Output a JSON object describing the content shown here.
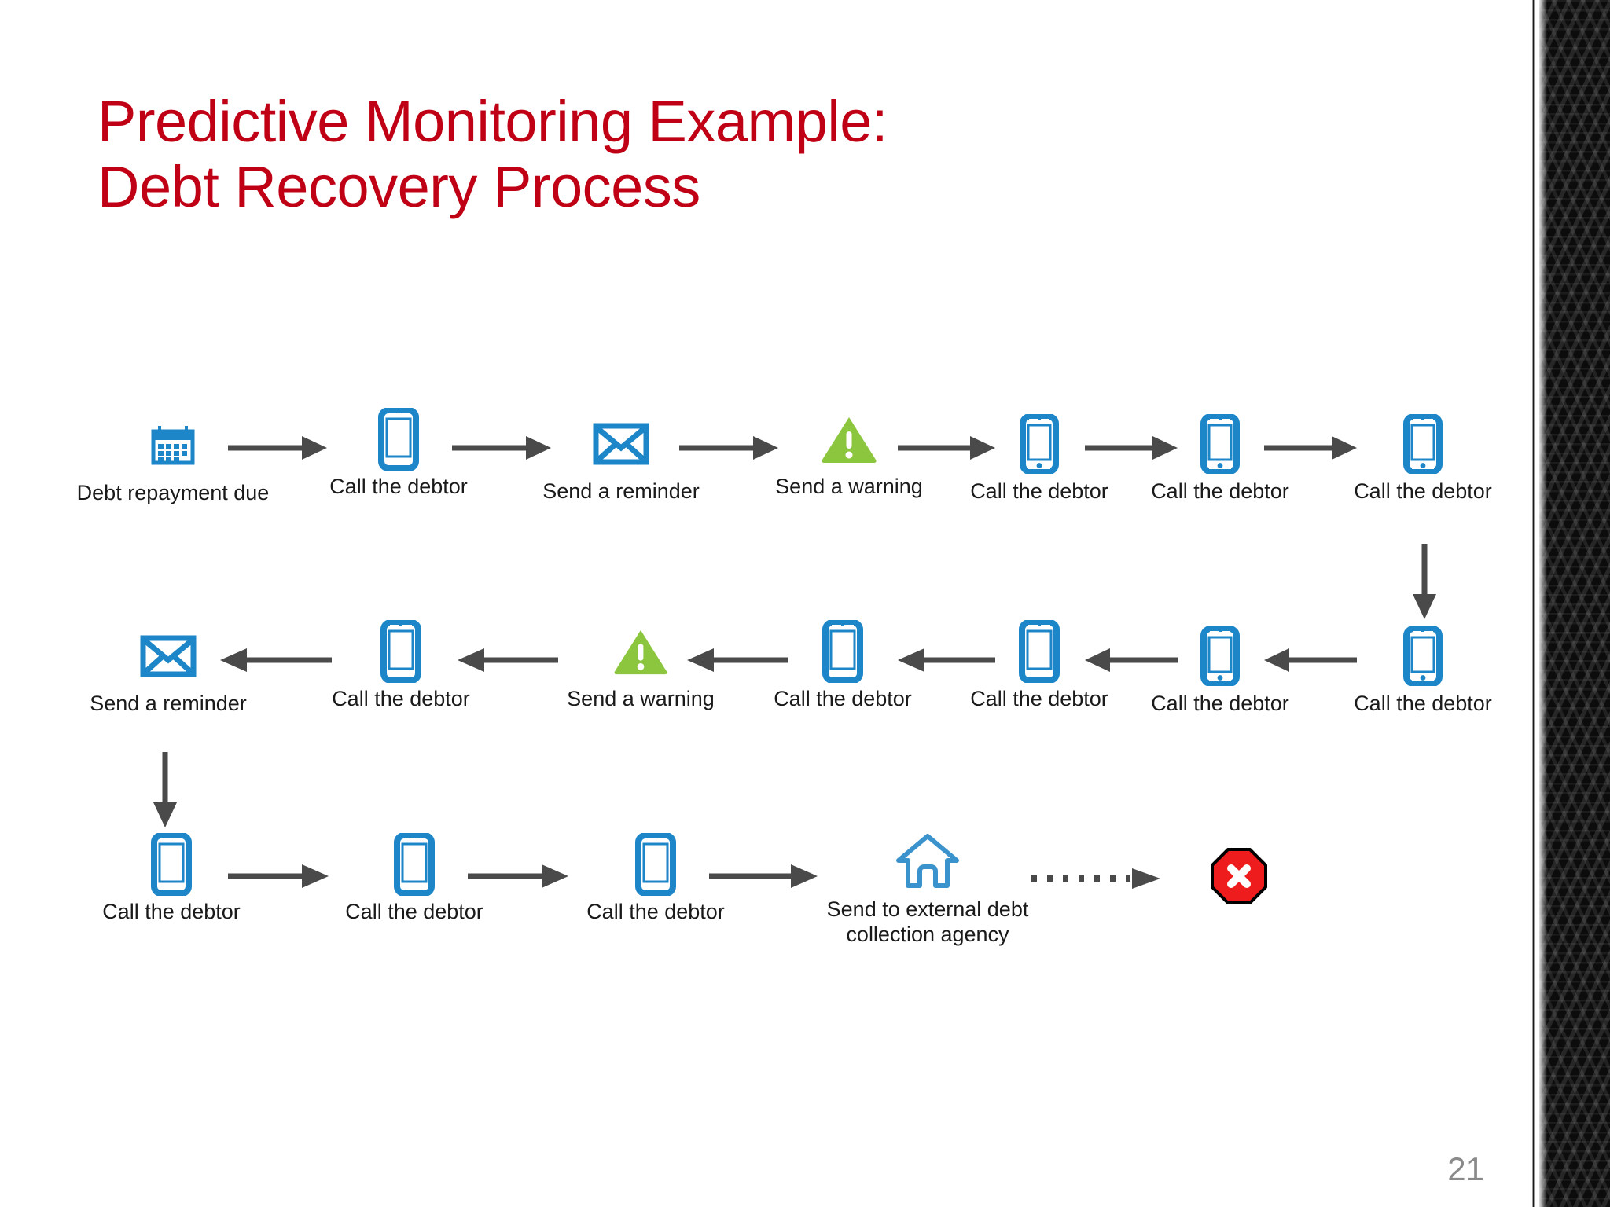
{
  "slide": {
    "title": "Predictive Monitoring Example:\nDebt Recovery Process",
    "page_number": "21",
    "title_color": "#C00014",
    "icon_blue": "#1C86C8",
    "icon_lightblue": "#3A93CD",
    "icon_green": "#8CC63F",
    "icon_red": "#EE1C1C",
    "arrow_color": "#4A4A4A",
    "label_color": "#1A1A1A"
  },
  "process": {
    "name": "Debt Recovery Process",
    "rows": [
      {
        "direction": "right",
        "nodes": [
          {
            "icon": "calendar-icon",
            "label": "Debt repayment due"
          },
          {
            "icon": "phone-icon",
            "label": "Call the debtor"
          },
          {
            "icon": "envelope-icon",
            "label": "Send a reminder"
          },
          {
            "icon": "warning-icon",
            "label": "Send a warning"
          },
          {
            "icon": "phone-home-icon",
            "label": "Call the debtor"
          },
          {
            "icon": "phone-home-icon",
            "label": "Call the debtor"
          },
          {
            "icon": "phone-home-icon",
            "label": "Call the debtor"
          }
        ]
      },
      {
        "direction": "left",
        "nodes": [
          {
            "icon": "envelope-icon",
            "label": "Send a reminder"
          },
          {
            "icon": "phone-icon",
            "label": "Call the debtor"
          },
          {
            "icon": "warning-icon",
            "label": "Send a warning"
          },
          {
            "icon": "phone-icon",
            "label": "Call the debtor"
          },
          {
            "icon": "phone-icon",
            "label": "Call the debtor"
          },
          {
            "icon": "phone-home-icon",
            "label": "Call the debtor"
          },
          {
            "icon": "phone-home-icon",
            "label": "Call the debtor"
          }
        ]
      },
      {
        "direction": "right",
        "nodes": [
          {
            "icon": "phone-icon",
            "label": "Call the debtor"
          },
          {
            "icon": "phone-icon",
            "label": "Call the debtor"
          },
          {
            "icon": "phone-icon",
            "label": "Call the debtor"
          },
          {
            "icon": "house-icon",
            "label": "Send to external debt\ncollection agency"
          },
          {
            "icon": "stop-icon",
            "label": ""
          }
        ]
      }
    ],
    "connectors": [
      {
        "name": "row1-to-row2-connector",
        "direction": "down",
        "style": "solid"
      },
      {
        "name": "row2-to-row3-connector",
        "direction": "down",
        "style": "solid"
      },
      {
        "name": "final-connector",
        "direction": "right",
        "style": "dotted"
      }
    ]
  }
}
